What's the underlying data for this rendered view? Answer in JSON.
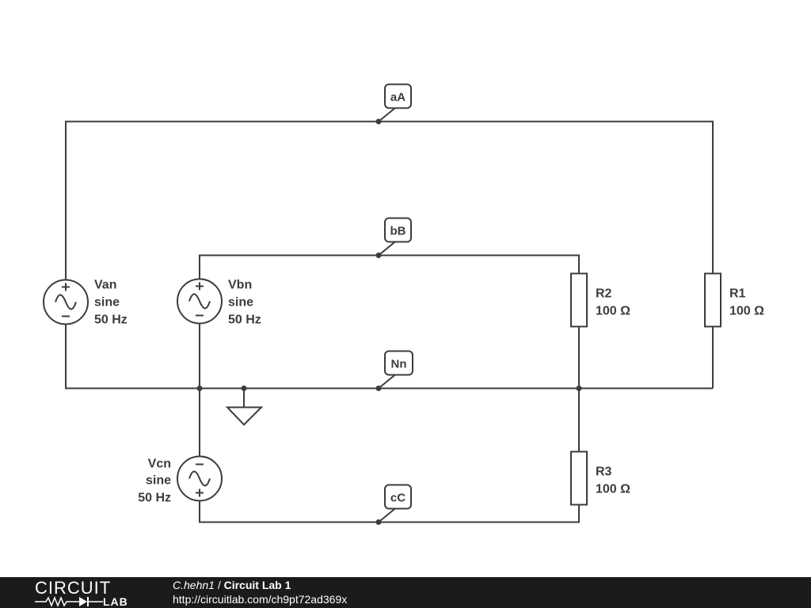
{
  "schematic": {
    "labels": {
      "aA": "aA",
      "bB": "bB",
      "Nn": "Nn",
      "cC": "cC"
    },
    "sources": {
      "van": {
        "name": "Van",
        "type": "sine",
        "freq": "50 Hz"
      },
      "vbn": {
        "name": "Vbn",
        "type": "sine",
        "freq": "50 Hz"
      },
      "vcn": {
        "name": "Vcn",
        "type": "sine",
        "freq": "50 Hz"
      }
    },
    "resistors": {
      "r1": {
        "name": "R1",
        "value": "100 Ω"
      },
      "r2": {
        "name": "R2",
        "value": "100 Ω"
      },
      "r3": {
        "name": "R3",
        "value": "100 Ω"
      }
    }
  },
  "footer": {
    "logo_top": "CIRCUIT",
    "logo_bottom": "LAB",
    "author": "C.hehn1",
    "separator": " / ",
    "title": "Circuit Lab 1",
    "url": "http://circuitlab.com/ch9pt72ad369x"
  },
  "colors": {
    "wire": "#3a3d40",
    "footer_bg": "#1b1b1b"
  }
}
